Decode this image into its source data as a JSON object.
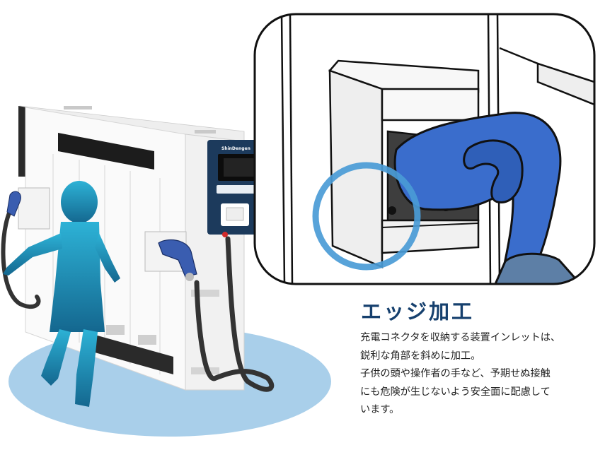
{
  "feature": {
    "title": "エッジ加工",
    "lines": [
      "充電コネクタを収納する装置インレットは、",
      "鋭利な角部を斜めに加工。",
      "子供の頭や操作者の手など、予期せぬ接触",
      "にも危険が生じないよう安全面に配慮して",
      "います。"
    ]
  },
  "device": {
    "brand": "ShinDengen"
  },
  "colors": {
    "heading": "#16406e",
    "panel_navy": "#1c3a5c",
    "connector_blue": "#3a6dcc",
    "highlight_ring": "#4a9bd6",
    "floor_shadow": "#a9cfea",
    "child_silhouette": "#1f8cb8"
  }
}
